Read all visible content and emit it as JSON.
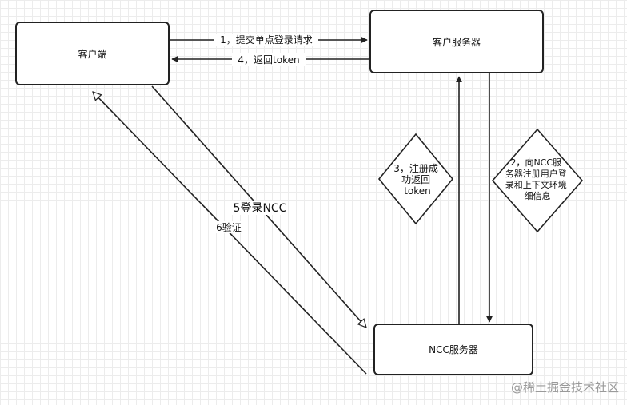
{
  "nodes": {
    "client": "客户端",
    "client_server": "客户服务器",
    "ncc_server": "NCC服务器"
  },
  "edges": {
    "e1": "1，提交单点登录请求",
    "e4": "4，返回token",
    "e5": "5登录NCC",
    "e6": "6验证",
    "e3": [
      "3，注册成",
      "功返回",
      "token"
    ],
    "e2": [
      "2，向NCC服",
      "务器注册用户登",
      "录和上下文环境",
      "细信息"
    ]
  },
  "watermark": "@稀土掘金技术社区"
}
